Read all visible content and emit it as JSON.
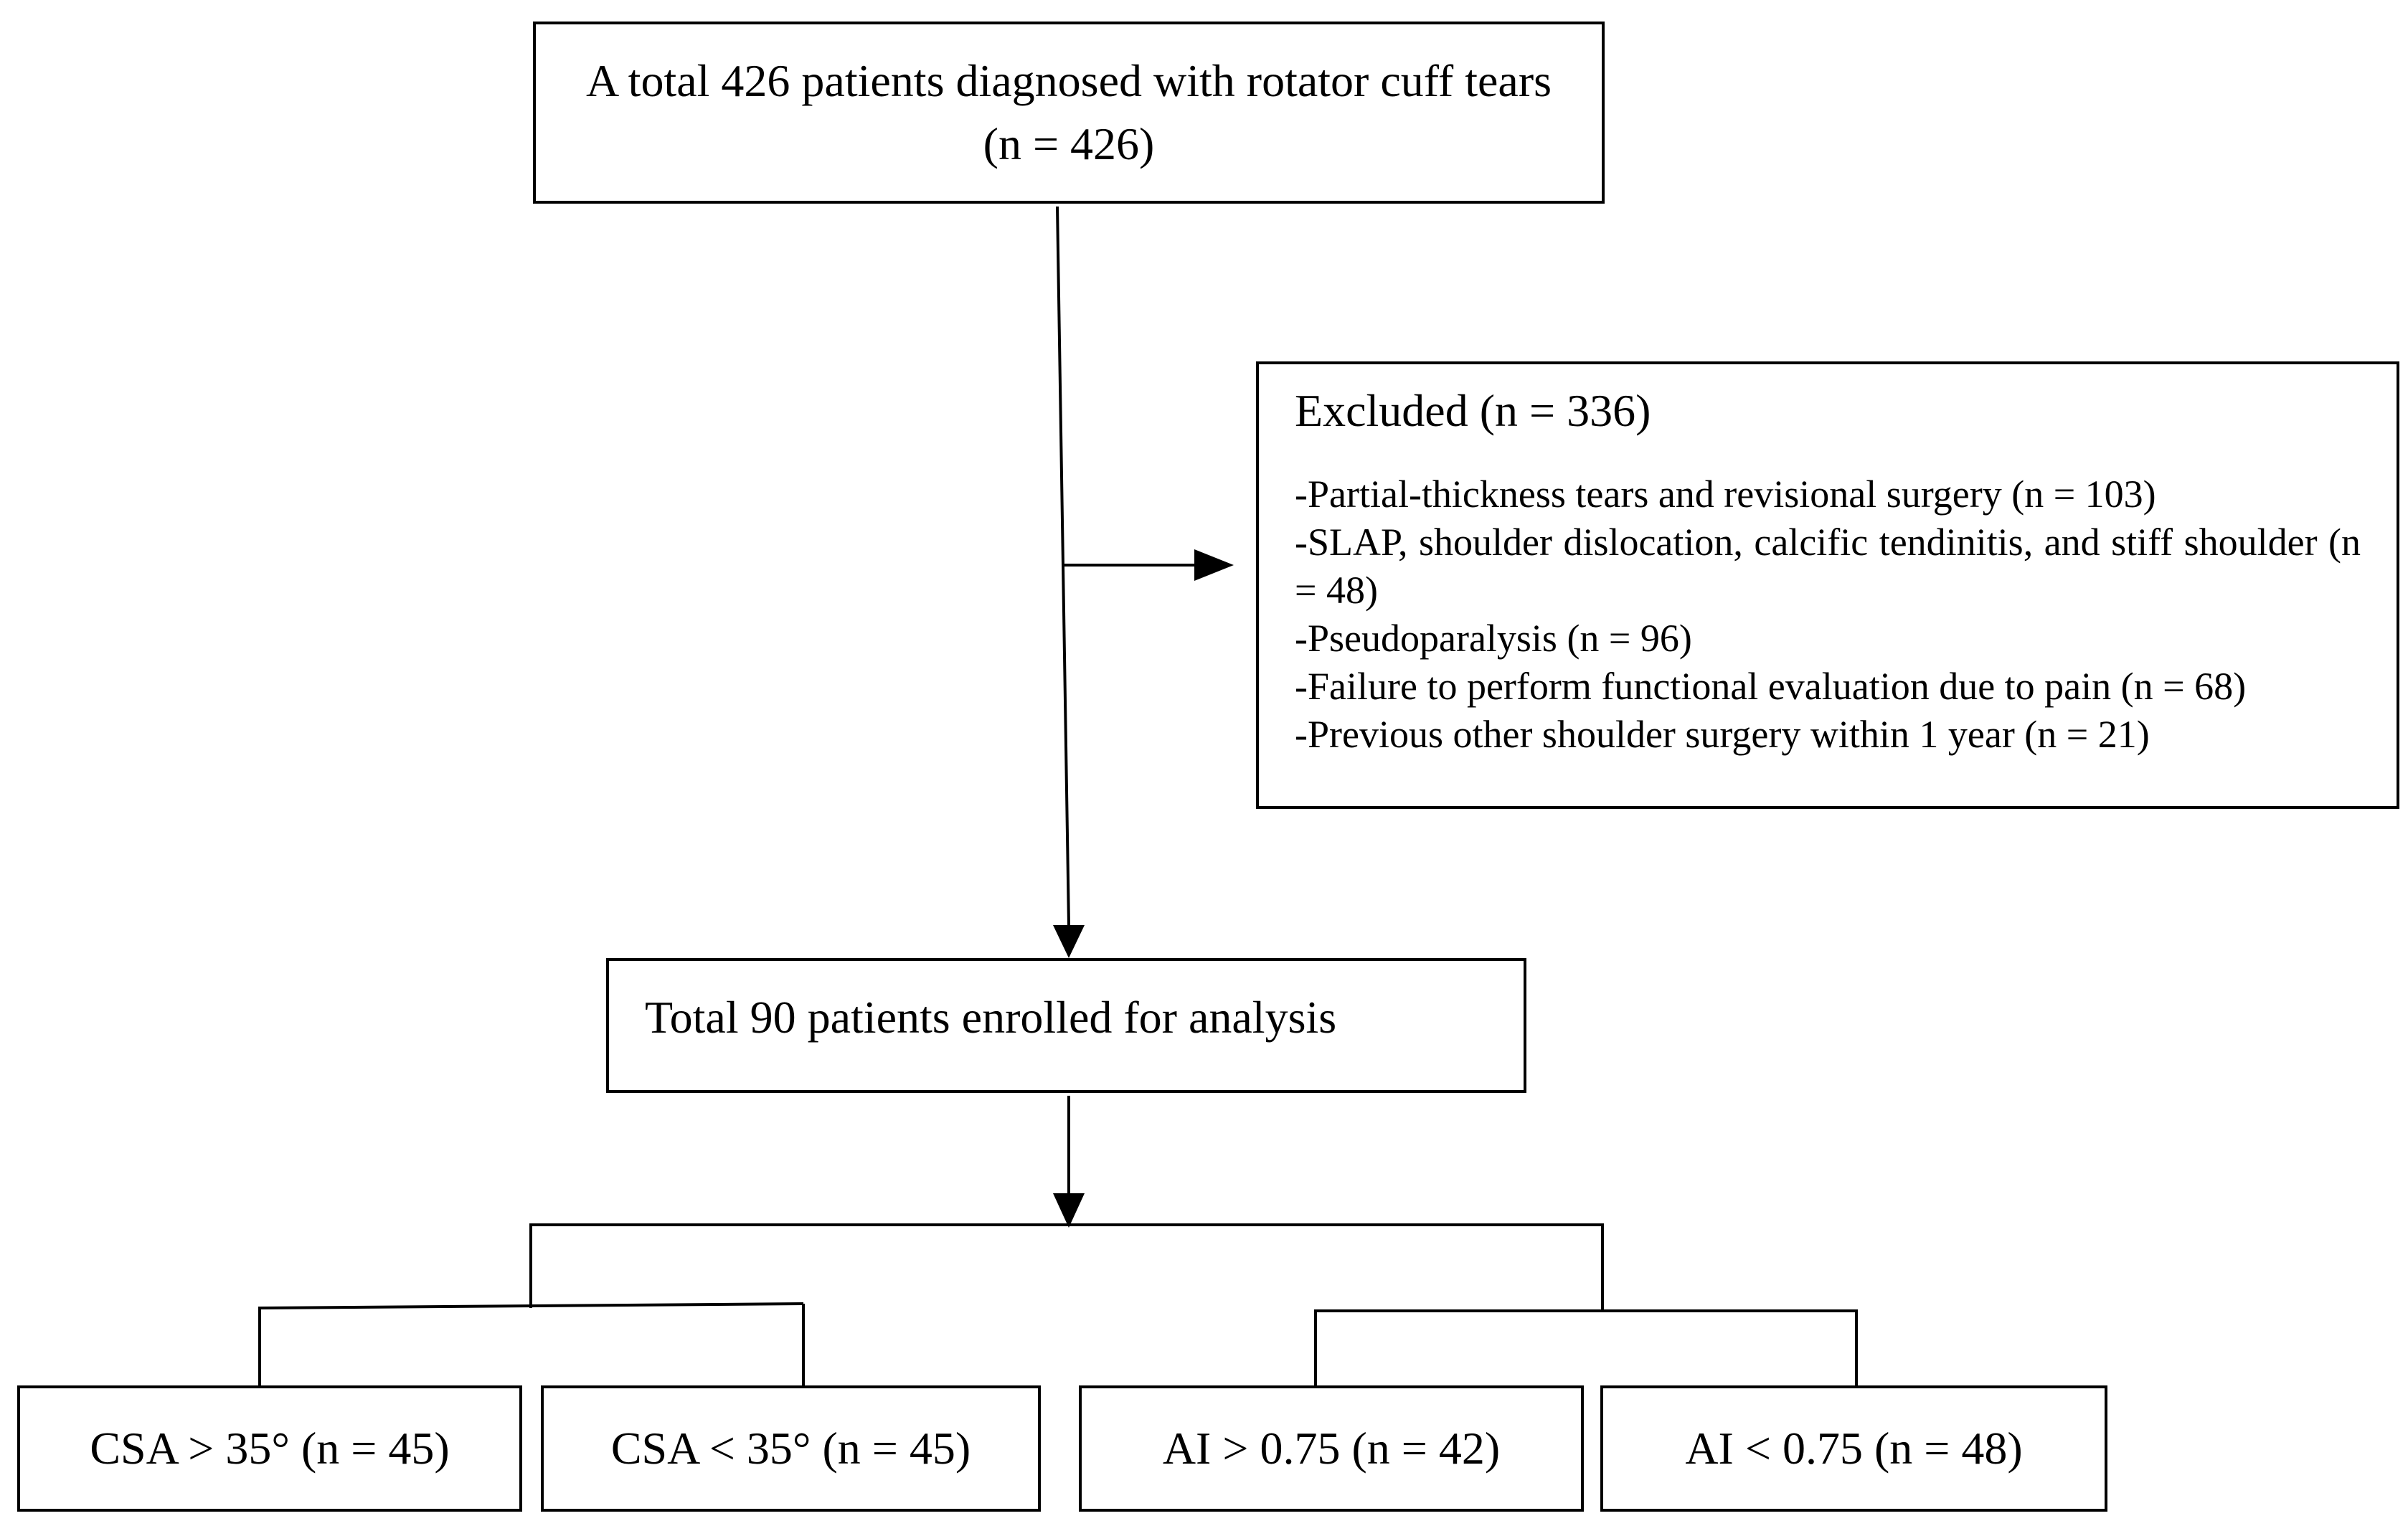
{
  "boxes": {
    "total": "A total 426 patients diagnosed with rotator cuff tears (n = 426)",
    "excluded": {
      "title": "Excluded (n = 336)",
      "items": [
        "-Partial-thickness tears and revisional surgery (n = 103)",
        "-SLAP, shoulder dislocation, calcific tendinitis, and stiff shoulder (n = 48)",
        "-Pseudoparalysis (n = 96)",
        "-Failure to perform functional evaluation due to pain (n = 68)",
        "-Previous other shoulder surgery within 1 year (n = 21)"
      ]
    },
    "enrolled": "Total 90 patients enrolled for analysis",
    "groups": [
      "CSA > 35° (n = 45)",
      "CSA < 35° (n = 45)",
      "AI > 0.75 (n = 42)",
      "AI < 0.75 (n = 48)"
    ]
  }
}
